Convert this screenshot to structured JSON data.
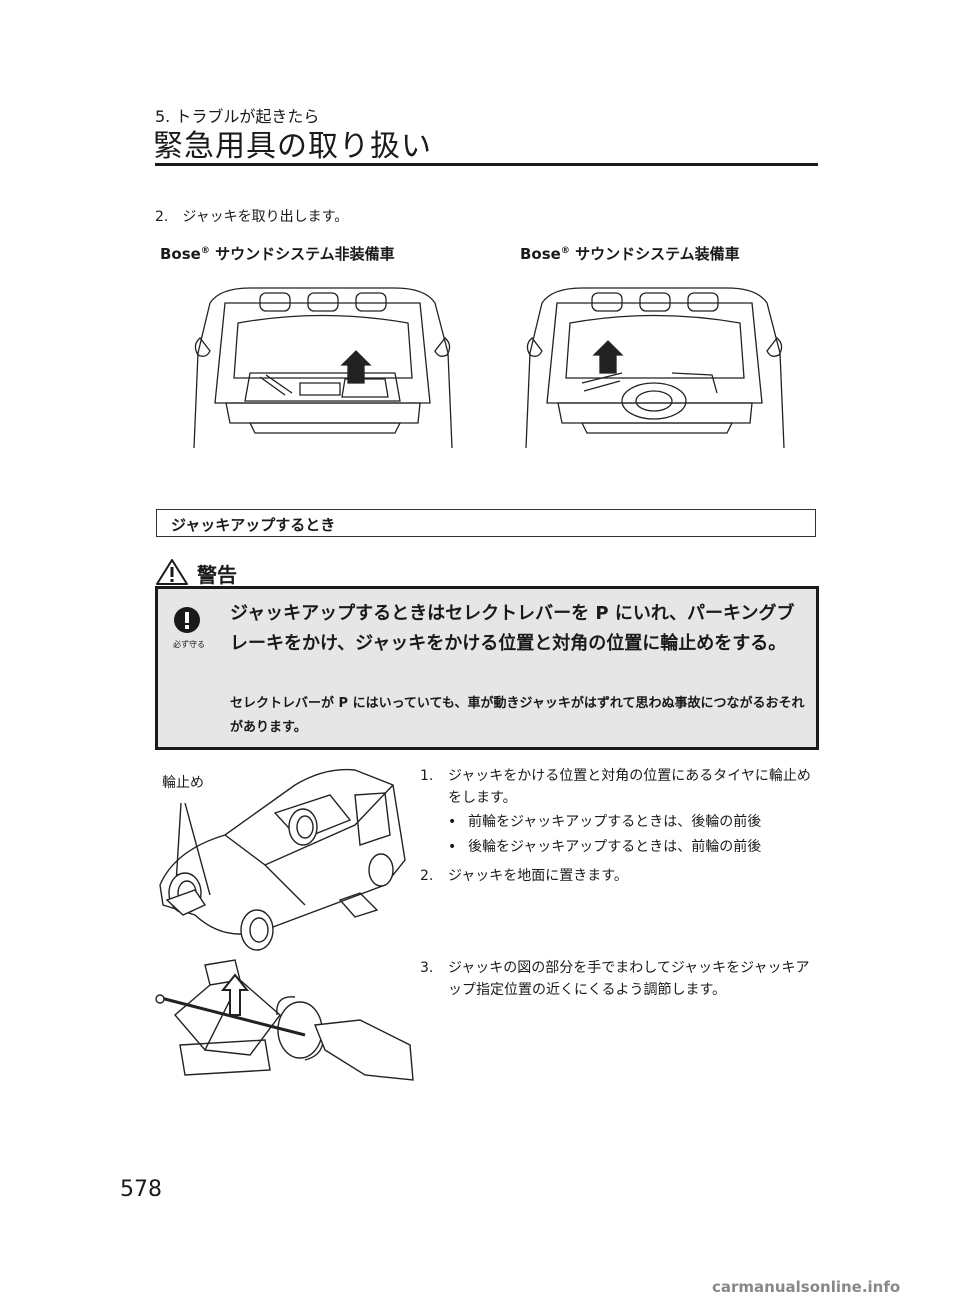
{
  "header": {
    "chapter": "5. トラブルが起きたら",
    "title": "緊急用具の取り扱い"
  },
  "step2": "2.　ジャッキを取り出します。",
  "captions": {
    "without_bose_prefix": "Bose",
    "without_bose_suffix": " サウンドシステム非装備車",
    "with_bose_prefix": "Bose",
    "with_bose_suffix": " サウンドシステム装備車",
    "reg_mark": "®"
  },
  "section_title": "ジャッキアップするとき",
  "warning": {
    "title": "警告",
    "icon_label": "必ず守る",
    "main_text": "ジャッキアップするときはセレクトレバーを P にいれ、パーキングブレーキをかけ、ジャッキをかける位置と対角の位置に輪止めをする。",
    "sub_text": "セレクトレバーが P にはいっていても、車が動きジャッキがはずれて思わぬ事故につながるおそれがあります。"
  },
  "figure_label": "輪止め",
  "steps": [
    {
      "num": "1.",
      "text": "ジャッキをかける位置と対角の位置にあるタイヤに輪止めをします。"
    },
    {
      "num": "2.",
      "text": "ジャッキを地面に置きます。"
    },
    {
      "num": "3.",
      "text": "ジャッキの図の部分を手でまわしてジャッキをジャッキアップ指定位置の近くにくるよう調節します。"
    }
  ],
  "bullets": [
    {
      "dot": "•",
      "text": "前輪をジャッキアップするときは、後輪の前後"
    },
    {
      "dot": "•",
      "text": "後輪をジャッキアップするときは、前輪の前後"
    }
  ],
  "page_number": "578",
  "watermark": "carmanualsonline.info"
}
